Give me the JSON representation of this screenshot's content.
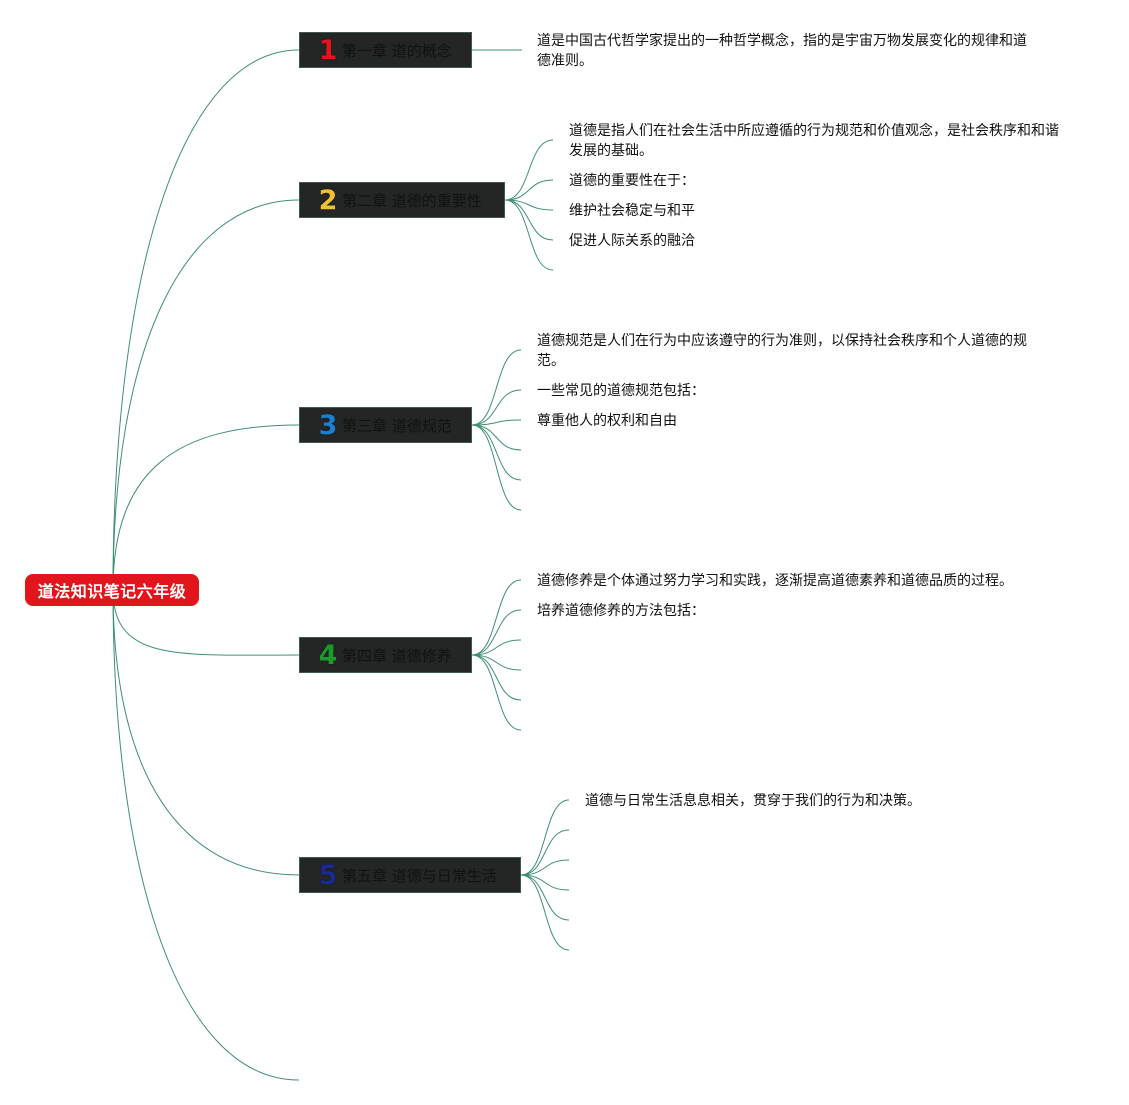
{
  "root": {
    "title": "道法知识笔记六年级",
    "color": "#e1151b"
  },
  "line_color": "#3f8f6f",
  "chapters": [
    {
      "num": "1",
      "num_color": "#e1151b",
      "label": "第一章 道的概念",
      "items": [
        "道是中国古代哲学家提出的一种哲学概念，指的是宇宙万物发展变化的规律和道德准则。"
      ]
    },
    {
      "num": "2",
      "num_color": "#f2c12e",
      "label": "第二章 道德的重要性",
      "items": [
        "道德是指人们在社会生活中所应遵循的行为规范和价值观念，是社会秩序和和谐发展的基础。",
        "道德的重要性在于：",
        "维护社会稳定与和平",
        "促进人际关系的融洽"
      ]
    },
    {
      "num": "3",
      "num_color": "#1d7fd1",
      "label": "第三章 道德规范",
      "items": [
        "道德规范是人们在行为中应该遵守的行为准则，以保持社会秩序和个人道德的规范。",
        "一些常见的道德规范包括：",
        "尊重他人的权利和自由"
      ]
    },
    {
      "num": "4",
      "num_color": "#1e9a2a",
      "label": "第四章 道德修养",
      "items": [
        "道德修养是个体通过努力学习和实践，逐渐提高道德素养和道德品质的过程。",
        "培养道德修养的方法包括："
      ]
    },
    {
      "num": "5",
      "num_color": "#1b2a8c",
      "label": "第五章 道德与日常生活",
      "items": [
        "道德与日常生活息息相关，贯穿于我们的行为和决策。"
      ]
    }
  ]
}
